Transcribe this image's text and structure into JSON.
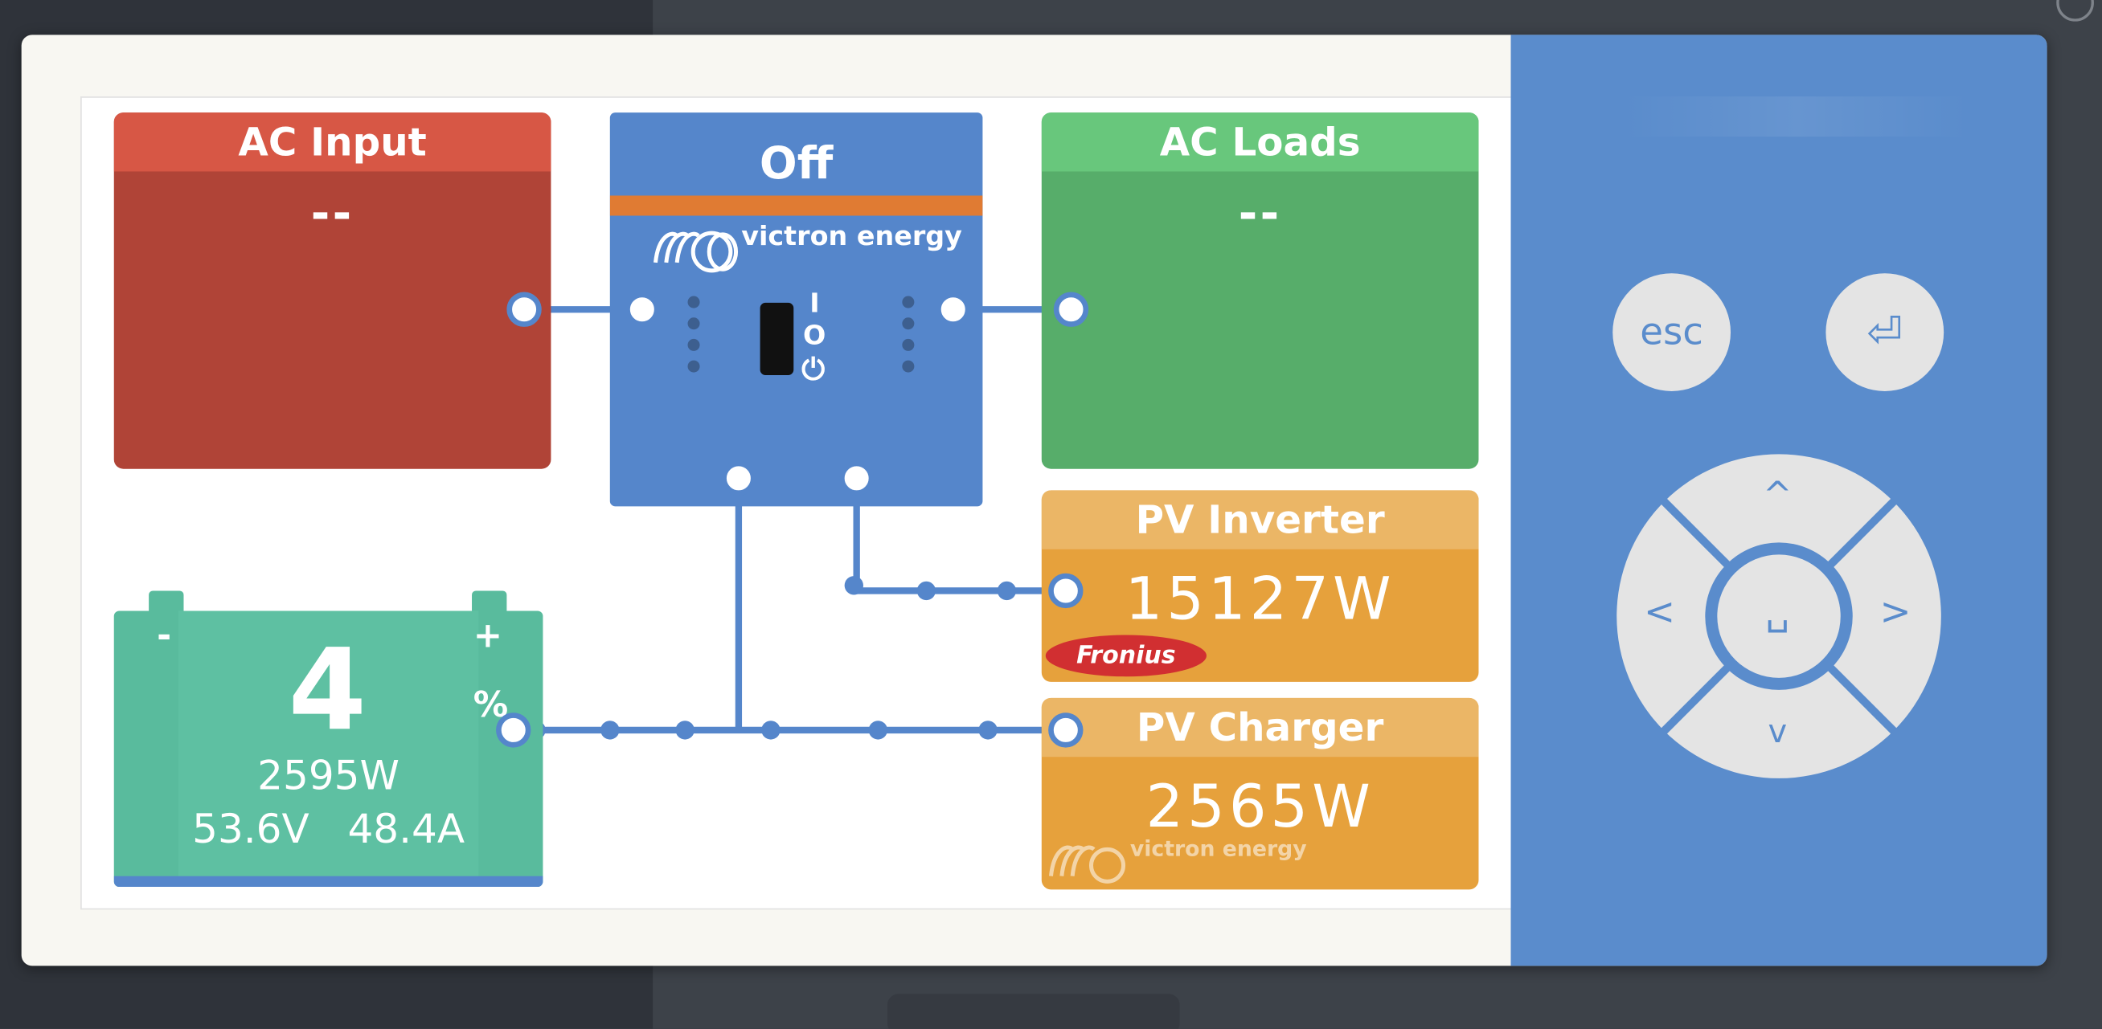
{
  "inverter": {
    "state": "Off",
    "brand": "victron energy",
    "switch_marks": [
      "I",
      "O",
      "⏻"
    ]
  },
  "ac_input": {
    "title": "AC Input",
    "value": "--"
  },
  "ac_loads": {
    "title": "AC Loads",
    "value": "--"
  },
  "pv_inverter": {
    "title": "PV Inverter",
    "value": "15127W",
    "brand": "Fronius"
  },
  "pv_charger": {
    "title": "PV Charger",
    "value": "2565W",
    "brand": "victron energy"
  },
  "battery": {
    "soc": "4",
    "soc_unit": "%",
    "power": "2595W",
    "voltage_current": "53.6V   48.4A",
    "minus": "-",
    "plus": "+"
  },
  "controls": {
    "esc": "esc",
    "enter": "⏎",
    "up": "^",
    "down": "v",
    "left": "<",
    "right": ">",
    "space": "␣"
  },
  "colors": {
    "ac_input": "#b04437",
    "ac_loads": "#57ad6a",
    "inverter": "#5586cb",
    "pv": "#e6a13c",
    "battery": "#59bb9d",
    "panel": "#5a8ccc"
  }
}
